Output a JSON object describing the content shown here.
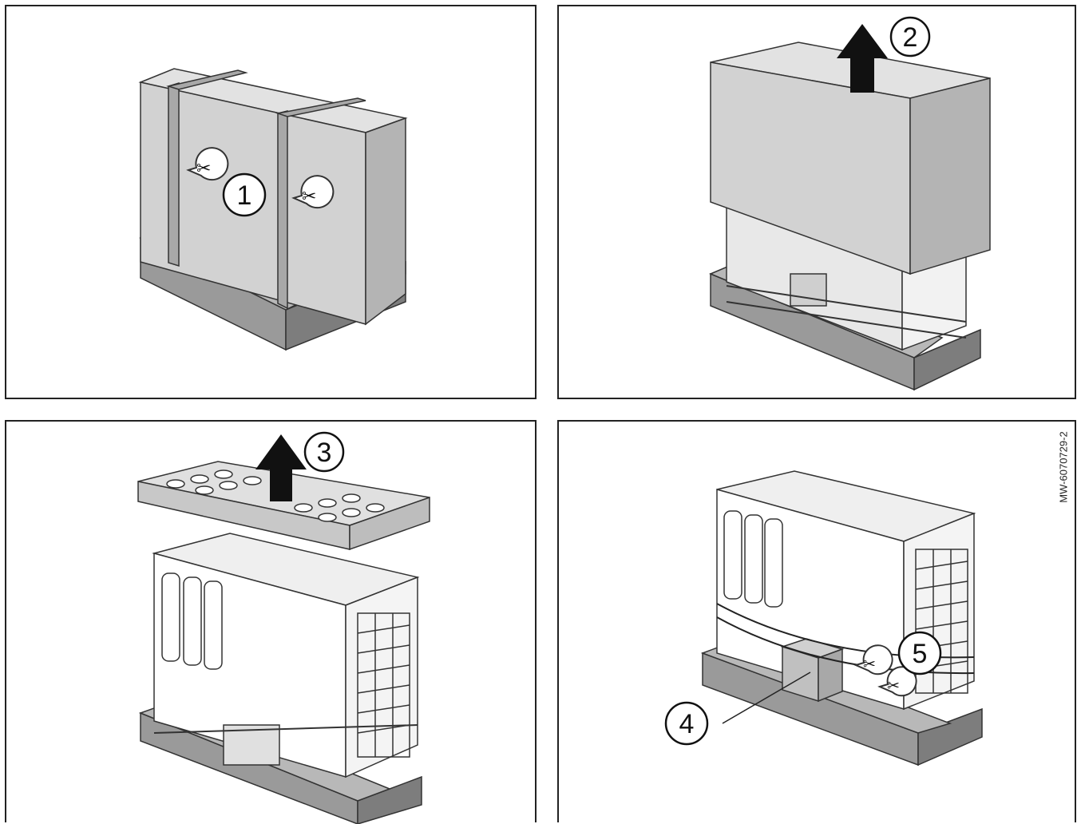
{
  "steps": [
    {
      "number": "1",
      "action": "cut-straps"
    },
    {
      "number": "2",
      "action": "lift-carton"
    },
    {
      "number": "3",
      "action": "lift-top-foam"
    },
    {
      "number": "4",
      "action": "accessory-box"
    },
    {
      "number": "5",
      "action": "cut-straps"
    }
  ],
  "doc_reference": "MW-6070729-2",
  "colors": {
    "carton": "#d2d2d2",
    "carton_dark": "#b4b4b4",
    "pallet": "#9a9a9a",
    "pallet_dark": "#7d7d7d",
    "unit_body": "#e8e8e8",
    "outline": "#333333",
    "arrow": "#111111"
  }
}
